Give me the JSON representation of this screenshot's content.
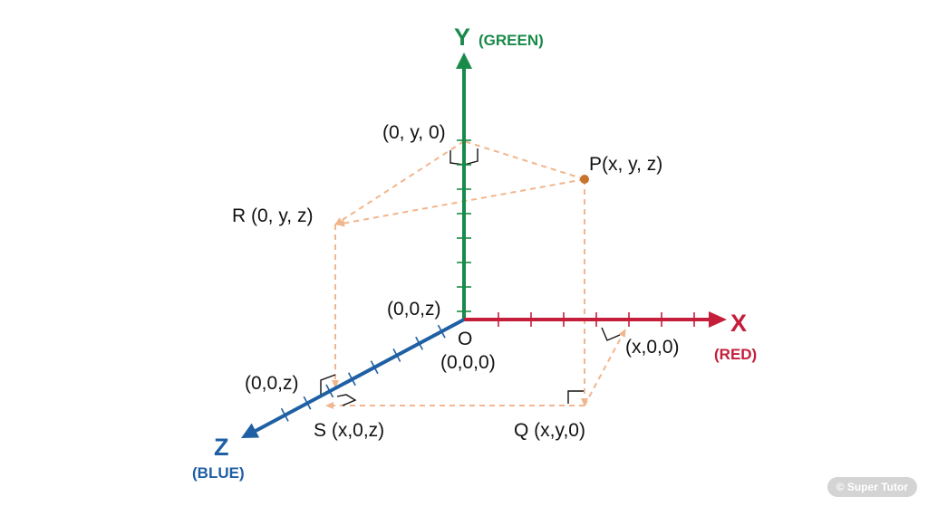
{
  "colors": {
    "x_axis": "#c41e3a",
    "y_axis": "#1a8a4a",
    "z_axis": "#1f5fa3",
    "projection": "#f2b58c",
    "point_p": "#c8742e",
    "text": "#111111"
  },
  "axes": {
    "x": {
      "letter": "X",
      "color_label": "(RED)"
    },
    "y": {
      "letter": "Y",
      "color_label": "(GREEN)"
    },
    "z": {
      "letter": "Z",
      "color_label": "(BLUE)"
    }
  },
  "origin": {
    "name": "O",
    "coords": "(0,0,0)"
  },
  "points": {
    "p": "P(x, y, z)",
    "q": "Q (x,y,0)",
    "r": "R (0, y, z)",
    "s": "S (x,0,z)",
    "on_y": "(0, y, 0)",
    "on_x": "(x,0,0)",
    "on_z_lower": "(0,0,z)",
    "on_z_upper": "(0,0,z)"
  },
  "watermark": "© Super Tutor"
}
